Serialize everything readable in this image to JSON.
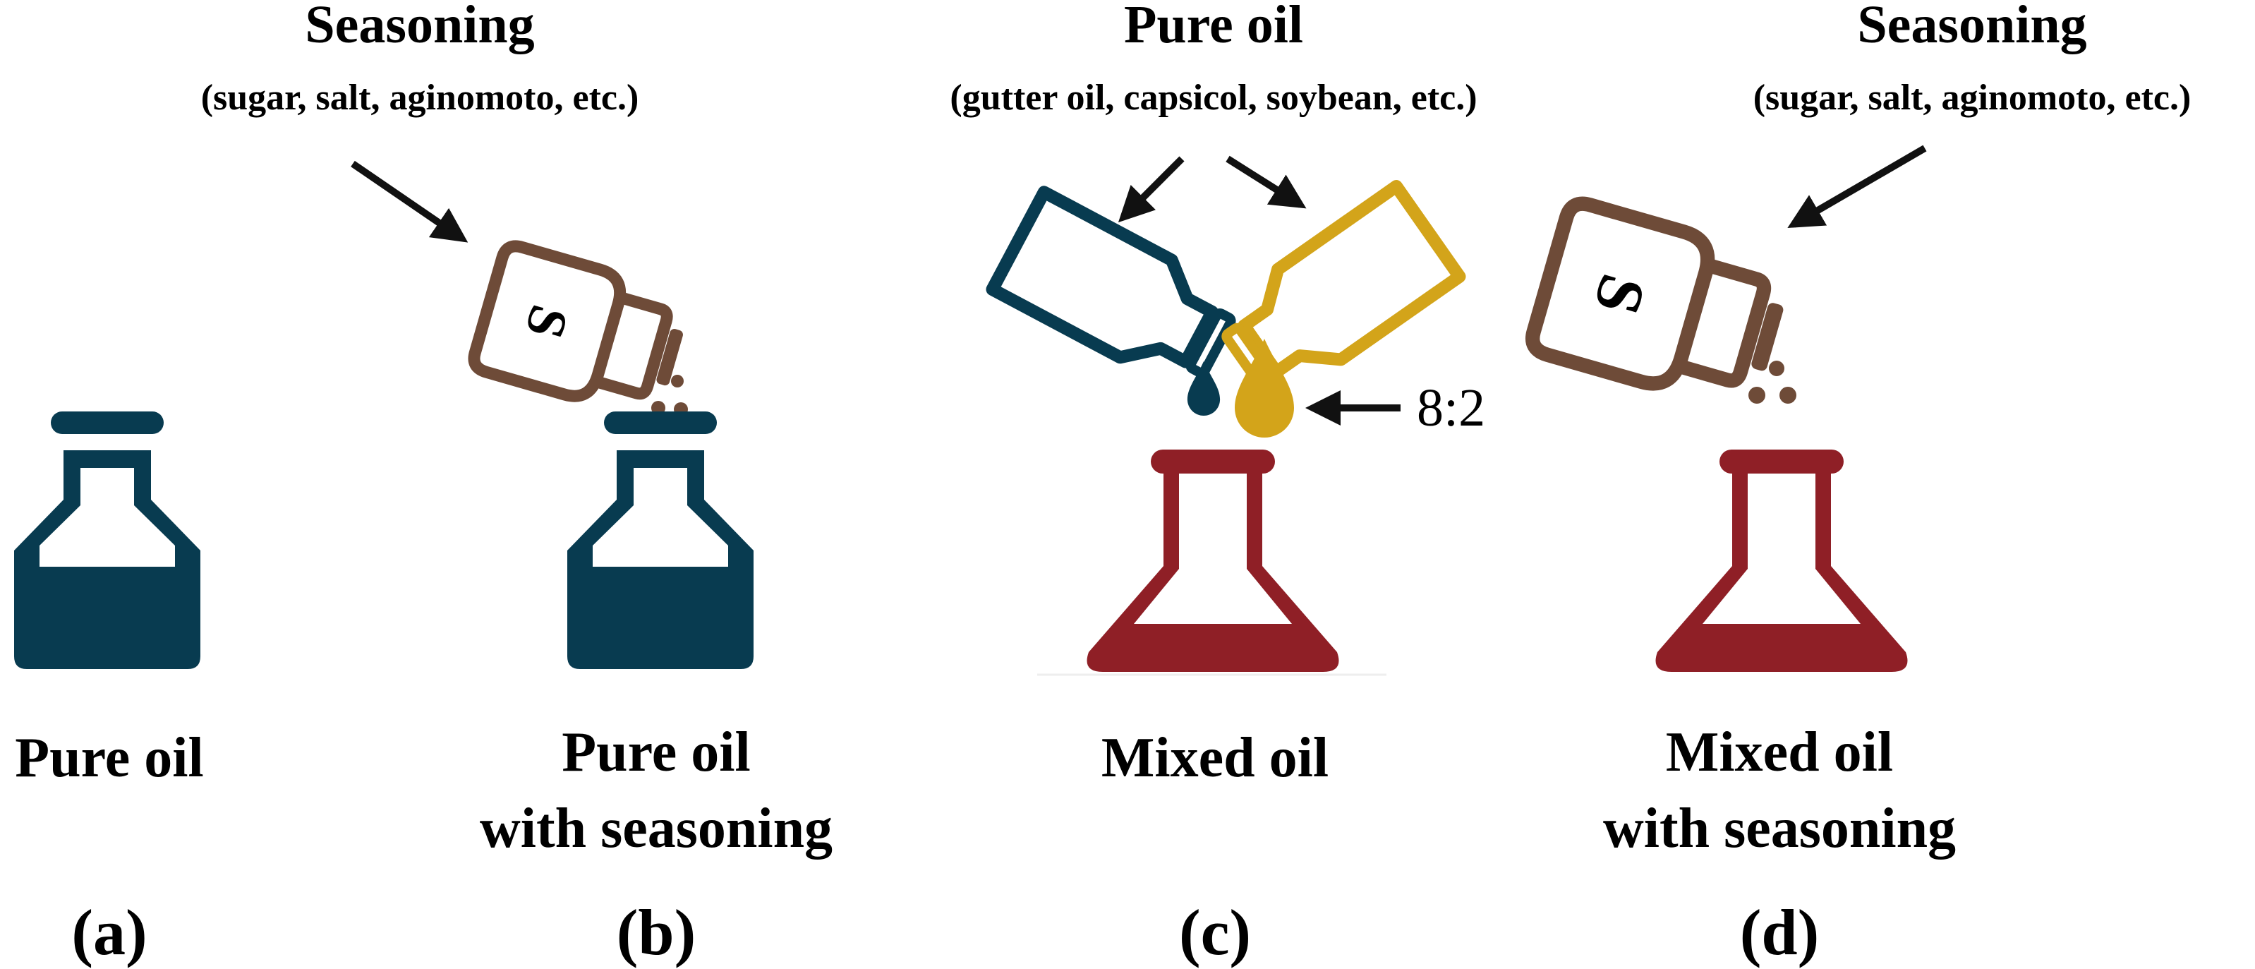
{
  "colors": {
    "bottle_navy": "#083b50",
    "bottle_gold": "#d3a41a",
    "flask_red": "#8f1f26",
    "shaker_brown": "#6e4b38",
    "arrow": "#111111"
  },
  "panel_a": {
    "caption": "Pure oil",
    "letter": "(a)",
    "icon": "oil-bottle-icon"
  },
  "panel_b": {
    "title": "Seasoning",
    "subtitle": "(sugar, salt, aginomoto, etc.)",
    "caption_line1": "Pure oil",
    "caption_line2": "with seasoning",
    "letter": "(b)",
    "shaker_letter": "S"
  },
  "panel_c": {
    "title": "Pure oil",
    "subtitle": "(gutter oil, capsicol, soybean, etc.)",
    "ratio": "8:2",
    "caption": "Mixed oil",
    "letter": "(c)"
  },
  "panel_d": {
    "title": "Seasoning",
    "subtitle": "(sugar, salt, aginomoto, etc.)",
    "caption_line1": "Mixed oil",
    "caption_line2": "with seasoning",
    "letter": "(d)",
    "shaker_letter": "S"
  }
}
